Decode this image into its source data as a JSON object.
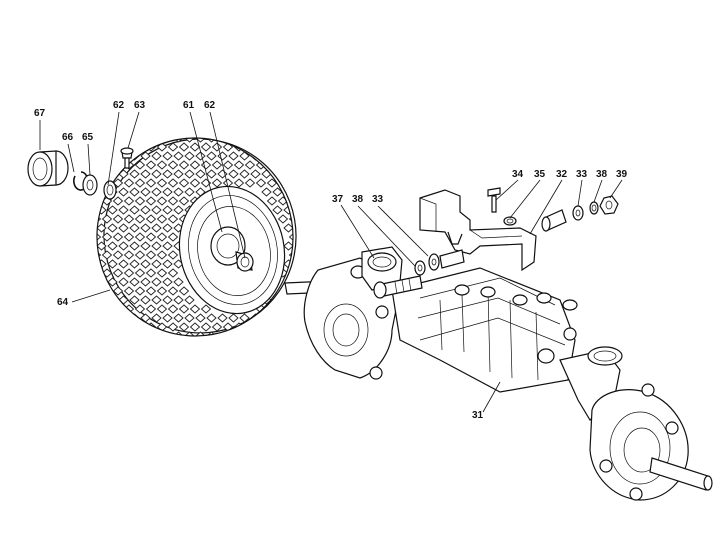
{
  "callouts": [
    {
      "id": "c67",
      "text": "67"
    },
    {
      "id": "c66",
      "text": "66"
    },
    {
      "id": "c65",
      "text": "65"
    },
    {
      "id": "c62a",
      "text": "62"
    },
    {
      "id": "c63",
      "text": "63"
    },
    {
      "id": "c61",
      "text": "61"
    },
    {
      "id": "c62b",
      "text": "62"
    },
    {
      "id": "c64",
      "text": "64"
    },
    {
      "id": "c37",
      "text": "37"
    },
    {
      "id": "c38a",
      "text": "38"
    },
    {
      "id": "c33a",
      "text": "33"
    },
    {
      "id": "c34",
      "text": "34"
    },
    {
      "id": "c35",
      "text": "35"
    },
    {
      "id": "c32",
      "text": "32"
    },
    {
      "id": "c33b",
      "text": "33"
    },
    {
      "id": "c38b",
      "text": "38"
    },
    {
      "id": "c39",
      "text": "39"
    },
    {
      "id": "c31",
      "text": "31"
    }
  ]
}
